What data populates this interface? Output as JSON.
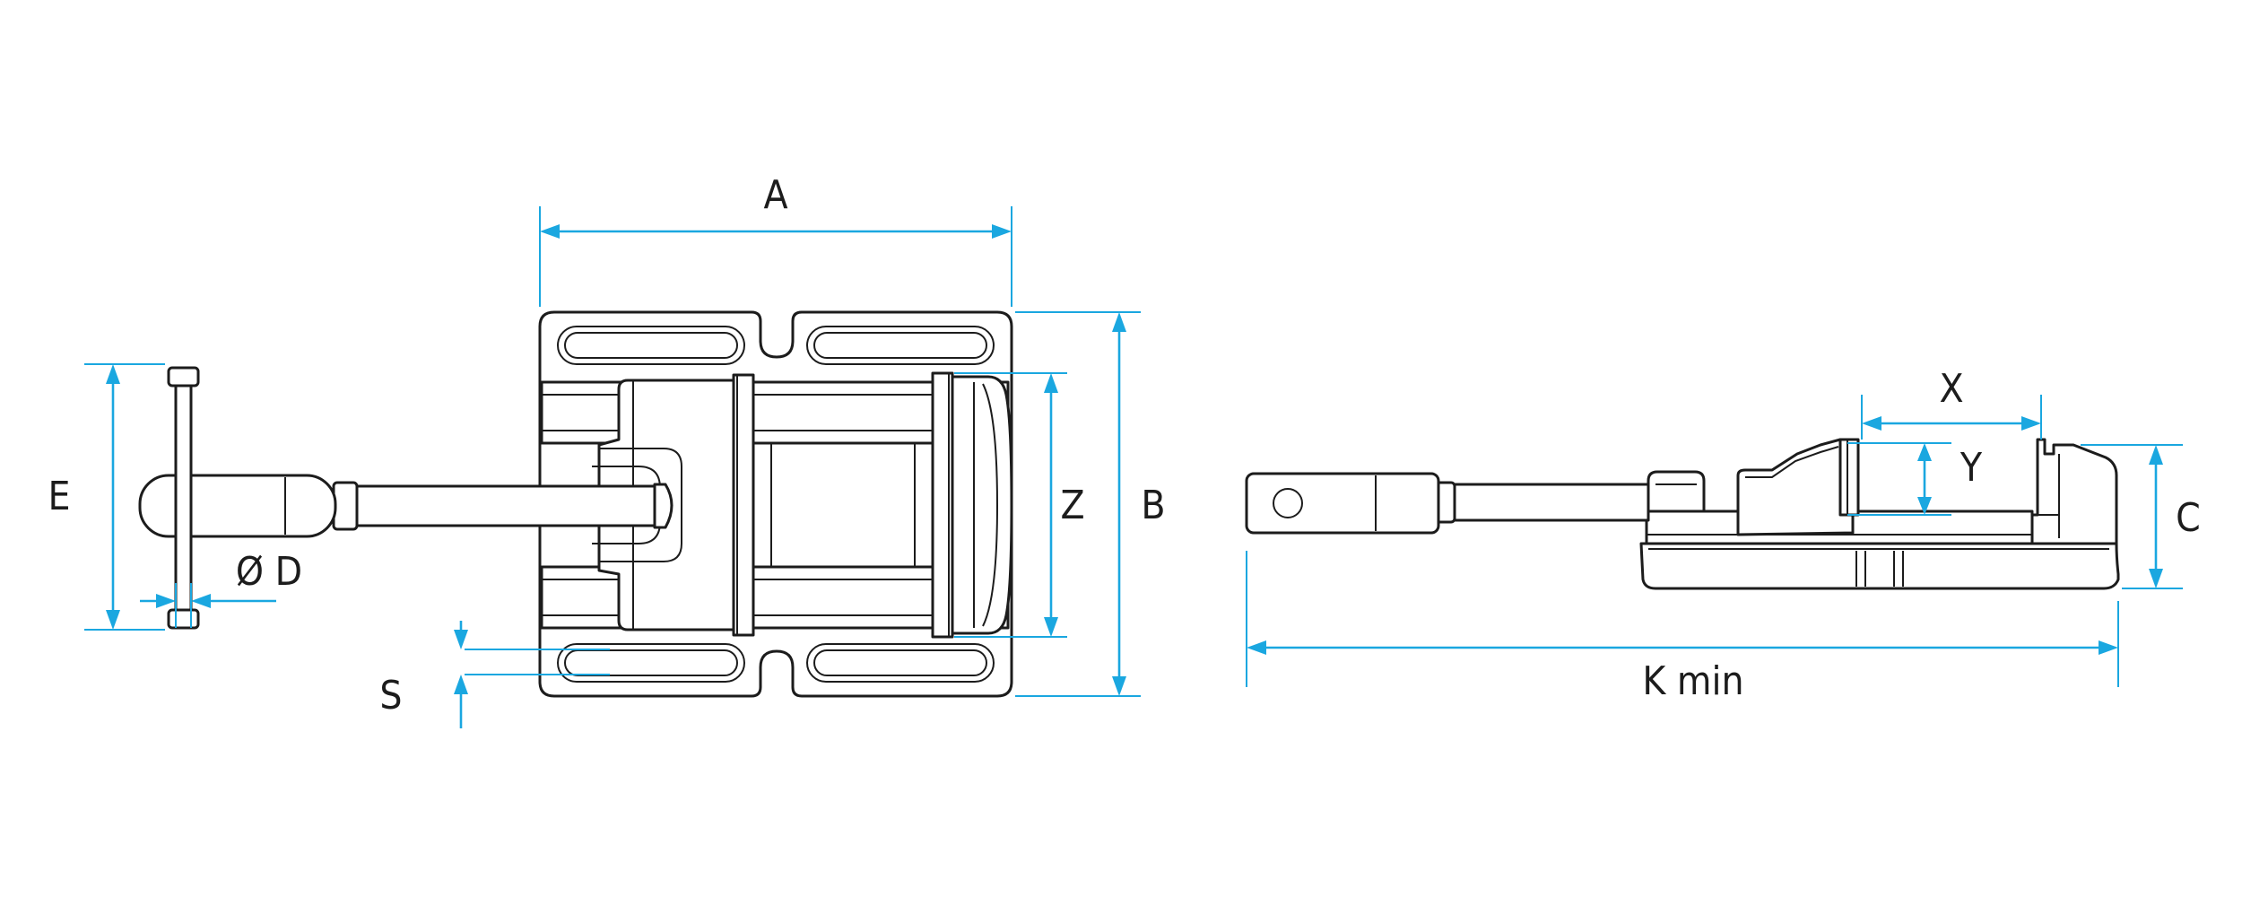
{
  "colors": {
    "accent": "#1aa7e0",
    "line": "#1c1c1c"
  },
  "labels": {
    "A": "A",
    "B": "B",
    "Z": "Z",
    "E": "E",
    "D": "Ø D",
    "S": "S",
    "X": "X",
    "Y": "Y",
    "C": "C",
    "K": "K min"
  }
}
